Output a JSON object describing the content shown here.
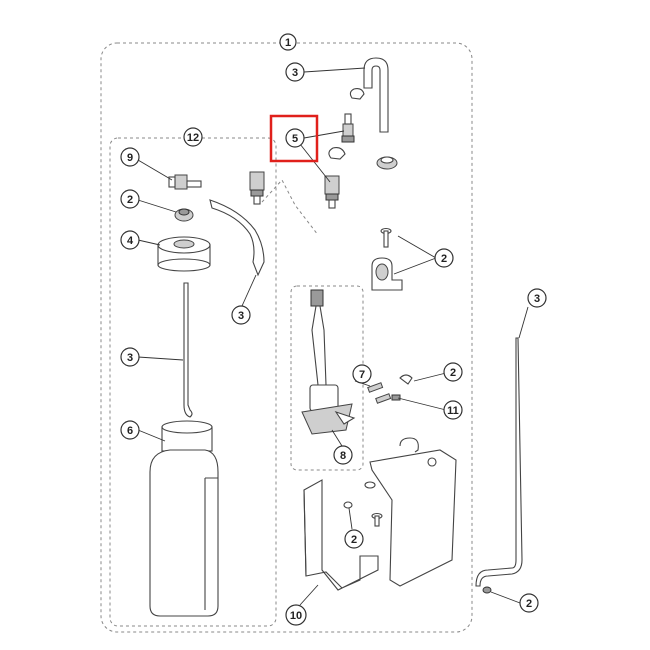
{
  "diagram": {
    "callouts": [
      {
        "id": "c1",
        "label": "1"
      },
      {
        "id": "c3a",
        "label": "3"
      },
      {
        "id": "c5",
        "label": "5"
      },
      {
        "id": "c12",
        "label": "12"
      },
      {
        "id": "c9",
        "label": "9"
      },
      {
        "id": "c2a",
        "label": "2"
      },
      {
        "id": "c4",
        "label": "4"
      },
      {
        "id": "c3b",
        "label": "3"
      },
      {
        "id": "c2b",
        "label": "2"
      },
      {
        "id": "c3c",
        "label": "3"
      },
      {
        "id": "c3d",
        "label": "3"
      },
      {
        "id": "c7",
        "label": "7"
      },
      {
        "id": "c2c",
        "label": "2"
      },
      {
        "id": "c11",
        "label": "11"
      },
      {
        "id": "c6",
        "label": "6"
      },
      {
        "id": "c8",
        "label": "8"
      },
      {
        "id": "c2d",
        "label": "2"
      },
      {
        "id": "c10",
        "label": "10"
      },
      {
        "id": "c2e",
        "label": "2"
      }
    ],
    "highlight": {
      "target": "5",
      "color": "#e0201b"
    },
    "colors": {
      "line": "#333333",
      "dashed": "#888888",
      "fill_dark": "#9a9a9a",
      "fill_mid": "#cfcfcf"
    }
  }
}
